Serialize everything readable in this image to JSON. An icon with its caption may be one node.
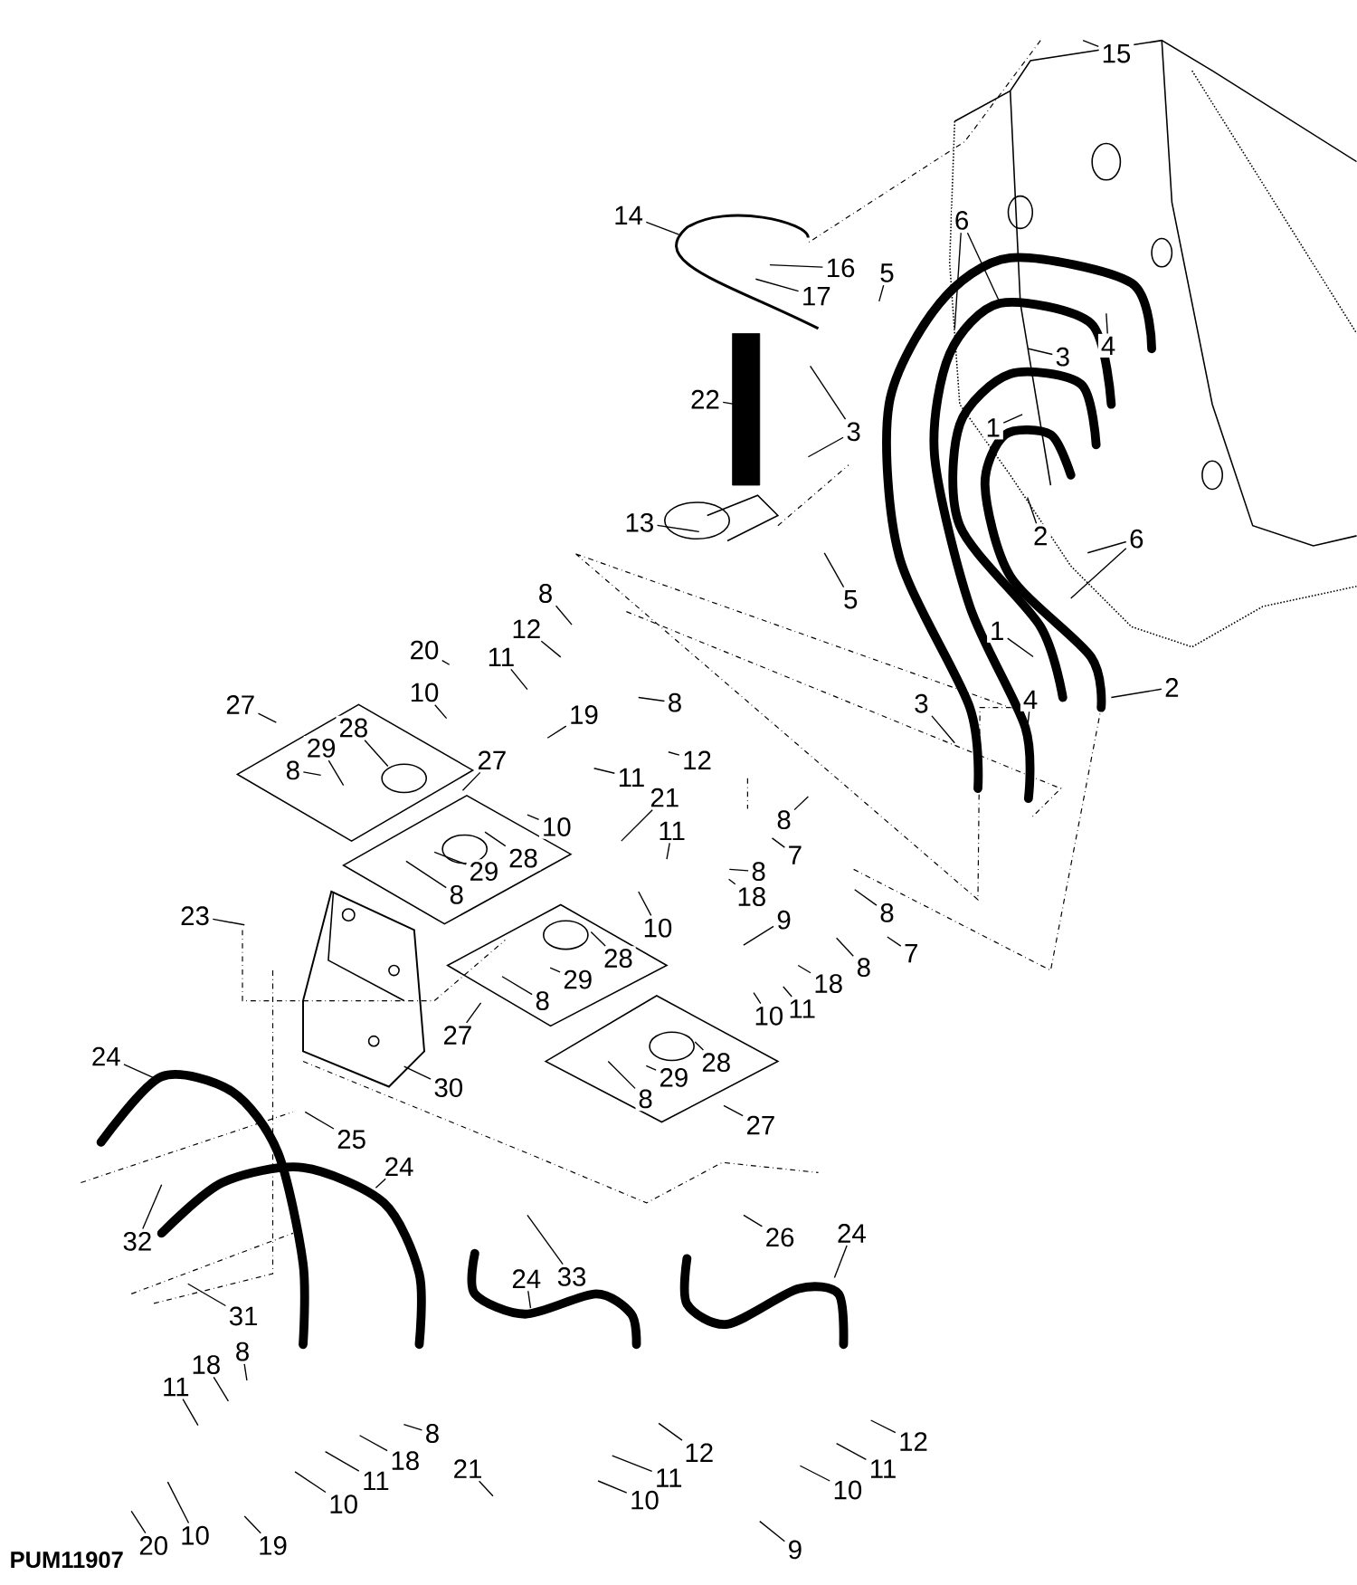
{
  "diagram": {
    "nodes": [
      {
        "text": [
          "15"
        ]
      },
      {
        "text": [
          "14"
        ]
      },
      {
        "text": [
          "16"
        ]
      },
      {
        "text": [
          "17"
        ]
      },
      {
        "text": [
          "5"
        ]
      },
      {
        "text": [
          "6"
        ]
      },
      {
        "text": [
          "4"
        ]
      },
      {
        "text": [
          "3"
        ]
      },
      {
        "text": [
          "22"
        ]
      },
      {
        "text": [
          "3"
        ]
      },
      {
        "text": [
          "1"
        ]
      },
      {
        "text": [
          "2"
        ]
      },
      {
        "text": [
          "13"
        ]
      },
      {
        "text": [
          "6"
        ]
      },
      {
        "text": [
          "5"
        ]
      },
      {
        "text": [
          "8"
        ]
      },
      {
        "text": [
          "12"
        ]
      },
      {
        "text": [
          "20"
        ]
      },
      {
        "text": [
          "11"
        ]
      },
      {
        "text": [
          "10"
        ]
      },
      {
        "text": [
          "27"
        ]
      },
      {
        "text": [
          "28"
        ]
      },
      {
        "text": [
          "29"
        ]
      },
      {
        "text": [
          "8"
        ]
      },
      {
        "text": [
          "8"
        ]
      },
      {
        "text": [
          "19"
        ]
      },
      {
        "text": [
          "27"
        ]
      },
      {
        "text": [
          "12"
        ]
      },
      {
        "text": [
          "11"
        ]
      },
      {
        "text": [
          "21"
        ]
      },
      {
        "text": [
          "10"
        ]
      },
      {
        "text": [
          "28"
        ]
      },
      {
        "text": [
          "29"
        ]
      },
      {
        "text": [
          "8"
        ]
      },
      {
        "text": [
          "7"
        ]
      },
      {
        "text": [
          "11"
        ]
      },
      {
        "text": [
          "8"
        ]
      },
      {
        "text": [
          "8"
        ]
      },
      {
        "text": [
          "18"
        ]
      },
      {
        "text": [
          "10"
        ]
      },
      {
        "text": [
          "23"
        ]
      },
      {
        "text": [
          "8"
        ]
      },
      {
        "text": [
          "7"
        ]
      },
      {
        "text": [
          "9"
        ]
      },
      {
        "text": [
          "28"
        ]
      },
      {
        "text": [
          "29"
        ]
      },
      {
        "text": [
          "8"
        ]
      },
      {
        "text": [
          "18"
        ]
      },
      {
        "text": [
          "11"
        ]
      },
      {
        "text": [
          "10"
        ]
      },
      {
        "text": [
          "8"
        ]
      },
      {
        "text": [
          "27"
        ]
      },
      {
        "text": [
          "30"
        ]
      },
      {
        "text": [
          "28"
        ]
      },
      {
        "text": [
          "29"
        ]
      },
      {
        "text": [
          "8"
        ]
      },
      {
        "text": [
          "27"
        ]
      },
      {
        "text": [
          "24"
        ]
      },
      {
        "text": [
          "25"
        ]
      },
      {
        "text": [
          "24"
        ]
      },
      {
        "text": [
          "32"
        ]
      },
      {
        "text": [
          "33"
        ]
      },
      {
        "text": [
          "26"
        ]
      },
      {
        "text": [
          "24"
        ]
      },
      {
        "text": [
          "24"
        ]
      },
      {
        "text": [
          "31"
        ]
      },
      {
        "text": [
          "18"
        ]
      },
      {
        "text": [
          "8"
        ]
      },
      {
        "text": [
          "11"
        ]
      },
      {
        "text": [
          "8"
        ]
      },
      {
        "text": [
          "18"
        ]
      },
      {
        "text": [
          "11"
        ]
      },
      {
        "text": [
          "10"
        ]
      },
      {
        "text": [
          "12"
        ]
      },
      {
        "text": [
          "11"
        ]
      },
      {
        "text": [
          "12"
        ]
      },
      {
        "text": [
          "11"
        ]
      },
      {
        "text": [
          "10"
        ]
      },
      {
        "text": [
          "21"
        ]
      },
      {
        "text": [
          "10"
        ]
      },
      {
        "text": [
          "20"
        ]
      },
      {
        "text": [
          "10"
        ]
      },
      {
        "text": [
          "19"
        ]
      },
      {
        "text": [
          "9"
        ]
      },
      {
        "text": [
          "2"
        ]
      },
      {
        "text": [
          "1"
        ]
      },
      {
        "text": [
          "3"
        ]
      },
      {
        "text": [
          "4"
        ]
      }
    ],
    "edges": [
      {
        "from": 0,
        "to": null,
        "arrow": "none"
      },
      {
        "from": 1,
        "to": null,
        "arrow": "none"
      },
      {
        "from": 2,
        "to": null,
        "arrow": "none"
      },
      {
        "from": 3,
        "to": null,
        "arrow": "none"
      },
      {
        "from": 4,
        "to": null,
        "arrow": "none"
      },
      {
        "from": 5,
        "to": null,
        "arrow": "none"
      },
      {
        "from": 5,
        "to": null,
        "arrow": "none"
      },
      {
        "from": 6,
        "to": null,
        "arrow": "none"
      },
      {
        "from": 7,
        "to": null,
        "arrow": "none"
      },
      {
        "from": 8,
        "to": null,
        "arrow": "none"
      },
      {
        "from": 9,
        "to": null,
        "arrow": "none"
      },
      {
        "from": 9,
        "to": null,
        "arrow": "none"
      },
      {
        "from": 10,
        "to": null,
        "arrow": "none"
      },
      {
        "from": 11,
        "to": null,
        "arrow": "none"
      },
      {
        "from": 12,
        "to": null,
        "arrow": "none"
      },
      {
        "from": 13,
        "to": null,
        "arrow": "none"
      },
      {
        "from": 13,
        "to": null,
        "arrow": "none"
      },
      {
        "from": 14,
        "to": null,
        "arrow": "none"
      },
      {
        "from": 15,
        "to": null,
        "arrow": "none"
      },
      {
        "from": 16,
        "to": null,
        "arrow": "none"
      },
      {
        "from": 17,
        "to": null,
        "arrow": "none"
      },
      {
        "from": 18,
        "to": null,
        "arrow": "none"
      },
      {
        "from": 19,
        "to": null,
        "arrow": "none"
      },
      {
        "from": 20,
        "to": null,
        "arrow": "none"
      },
      {
        "from": 21,
        "to": null,
        "arrow": "none"
      },
      {
        "from": 22,
        "to": null,
        "arrow": "none"
      },
      {
        "from": 23,
        "to": null,
        "arrow": "none"
      },
      {
        "from": 24,
        "to": null,
        "arrow": "none"
      },
      {
        "from": 25,
        "to": null,
        "arrow": "none"
      },
      {
        "from": 26,
        "to": null,
        "arrow": "none"
      },
      {
        "from": 27,
        "to": null,
        "arrow": "none"
      },
      {
        "from": 28,
        "to": null,
        "arrow": "none"
      },
      {
        "from": 29,
        "to": null,
        "arrow": "none"
      },
      {
        "from": 30,
        "to": null,
        "arrow": "none"
      },
      {
        "from": 31,
        "to": null,
        "arrow": "none"
      },
      {
        "from": 32,
        "to": null,
        "arrow": "none"
      },
      {
        "from": 33,
        "to": null,
        "arrow": "none"
      },
      {
        "from": 34,
        "to": null,
        "arrow": "none"
      },
      {
        "from": 35,
        "to": null,
        "arrow": "none"
      },
      {
        "from": 36,
        "to": null,
        "arrow": "none"
      },
      {
        "from": 37,
        "to": null,
        "arrow": "none"
      },
      {
        "from": 38,
        "to": null,
        "arrow": "none"
      },
      {
        "from": 39,
        "to": null,
        "arrow": "none"
      },
      {
        "from": 40,
        "to": null,
        "arrow": "none"
      },
      {
        "from": 41,
        "to": null,
        "arrow": "none"
      },
      {
        "from": 42,
        "to": null,
        "arrow": "none"
      },
      {
        "from": 43,
        "to": null,
        "arrow": "none"
      },
      {
        "from": 44,
        "to": null,
        "arrow": "none"
      },
      {
        "from": 45,
        "to": null,
        "arrow": "none"
      },
      {
        "from": 46,
        "to": null,
        "arrow": "none"
      },
      {
        "from": 47,
        "to": null,
        "arrow": "none"
      },
      {
        "from": 48,
        "to": null,
        "arrow": "none"
      },
      {
        "from": 49,
        "to": null,
        "arrow": "none"
      },
      {
        "from": 50,
        "to": null,
        "arrow": "none"
      },
      {
        "from": 51,
        "to": null,
        "arrow": "none"
      },
      {
        "from": 52,
        "to": null,
        "arrow": "none"
      },
      {
        "from": 53,
        "to": null,
        "arrow": "none"
      },
      {
        "from": 54,
        "to": null,
        "arrow": "none"
      },
      {
        "from": 55,
        "to": null,
        "arrow": "none"
      },
      {
        "from": 56,
        "to": null,
        "arrow": "none"
      },
      {
        "from": 57,
        "to": null,
        "arrow": "none"
      },
      {
        "from": 58,
        "to": null,
        "arrow": "none"
      },
      {
        "from": 59,
        "to": null,
        "arrow": "none"
      },
      {
        "from": 60,
        "to": null,
        "arrow": "none"
      },
      {
        "from": 61,
        "to": null,
        "arrow": "none"
      },
      {
        "from": 62,
        "to": null,
        "arrow": "none"
      },
      {
        "from": 63,
        "to": null,
        "arrow": "none"
      },
      {
        "from": 64,
        "to": null,
        "arrow": "none"
      },
      {
        "from": 65,
        "to": null,
        "arrow": "none"
      },
      {
        "from": 66,
        "to": null,
        "arrow": "none"
      },
      {
        "from": 67,
        "to": null,
        "arrow": "none"
      },
      {
        "from": 68,
        "to": null,
        "arrow": "none"
      },
      {
        "from": 69,
        "to": null,
        "arrow": "none"
      },
      {
        "from": 70,
        "to": null,
        "arrow": "none"
      },
      {
        "from": 71,
        "to": null,
        "arrow": "none"
      },
      {
        "from": 72,
        "to": null,
        "arrow": "none"
      },
      {
        "from": 73,
        "to": null,
        "arrow": "none"
      },
      {
        "from": 74,
        "to": null,
        "arrow": "none"
      },
      {
        "from": 75,
        "to": null,
        "arrow": "none"
      },
      {
        "from": 76,
        "to": null,
        "arrow": "none"
      },
      {
        "from": 77,
        "to": null,
        "arrow": "none"
      },
      {
        "from": 78,
        "to": null,
        "arrow": "none"
      },
      {
        "from": 79,
        "to": null,
        "arrow": "none"
      },
      {
        "from": 80,
        "to": null,
        "arrow": "none"
      },
      {
        "from": 81,
        "to": null,
        "arrow": "none"
      },
      {
        "from": 82,
        "to": null,
        "arrow": "none"
      },
      {
        "from": 83,
        "to": null,
        "arrow": "none"
      },
      {
        "from": 84,
        "to": null,
        "arrow": "none"
      },
      {
        "from": 85,
        "to": null,
        "arrow": "none"
      },
      {
        "from": 86,
        "to": null,
        "arrow": "none"
      },
      {
        "from": 87,
        "to": null,
        "arrow": "none"
      }
    ],
    "labels": [
      "PUM11907"
    ]
  }
}
